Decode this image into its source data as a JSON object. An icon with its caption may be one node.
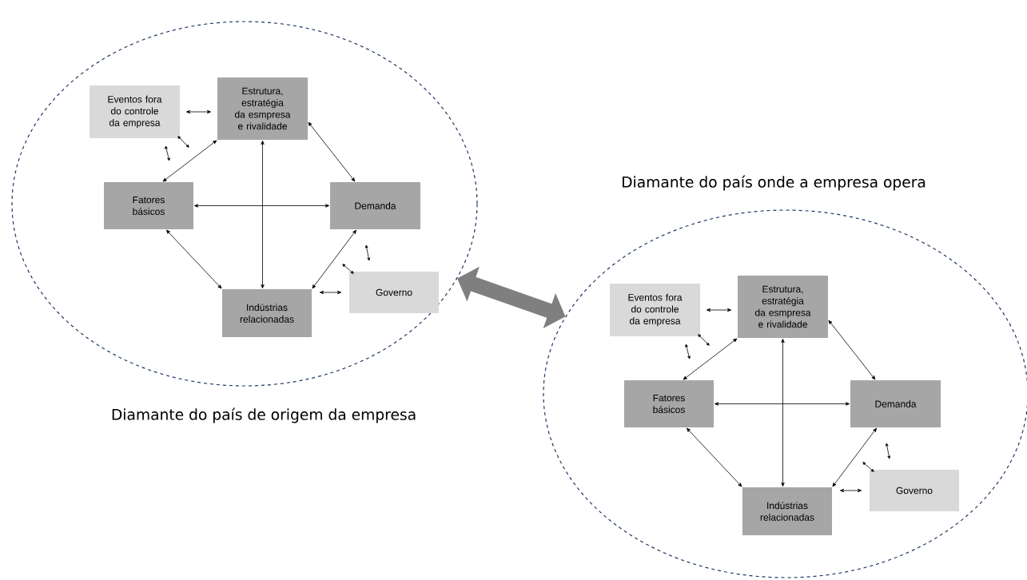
{
  "diagram": {
    "nodes": [
      {
        "text": [
          "Diamante do país de origem da empresa"
        ]
      },
      {
        "text": [
          "Eventos fora do controle da empresa"
        ],
        "in": 0
      },
      {
        "text": [
          "Estrutura, estratégia da esmpresa e rivalidade"
        ],
        "in": 0
      },
      {
        "text": [
          "Fatores básicos"
        ],
        "in": 0
      },
      {
        "text": [
          "Demanda"
        ],
        "in": 0
      },
      {
        "text": [
          "Indústrias relacionadas"
        ],
        "in": 0
      },
      {
        "text": [
          "Governo"
        ],
        "in": 0
      },
      {
        "text": [
          "Diamante do país onde a empresa opera"
        ]
      },
      {
        "text": [
          "Eventos fora do controle da empresa"
        ],
        "in": 7
      },
      {
        "text": [
          "Estrutura, estratégia da esmpresa e rivalidade"
        ],
        "in": 7
      },
      {
        "text": [
          "Fatores básicos"
        ],
        "in": 7
      },
      {
        "text": [
          "Demanda"
        ],
        "in": 7
      },
      {
        "text": [
          "Indústrias relacionadas"
        ],
        "in": 7
      },
      {
        "text": [
          "Governo"
        ],
        "in": 7
      }
    ],
    "edges": [
      {
        "from": 1,
        "to": 2,
        "arrow": "both"
      },
      {
        "from": 2,
        "to": 3,
        "arrow": "both"
      },
      {
        "from": 2,
        "to": 4,
        "arrow": "both"
      },
      {
        "from": 2,
        "to": 5,
        "arrow": "both"
      },
      {
        "from": 3,
        "to": 4,
        "arrow": "both"
      },
      {
        "from": 3,
        "to": 5,
        "arrow": "both"
      },
      {
        "from": 4,
        "to": 5,
        "arrow": "both"
      },
      {
        "from": 6,
        "to": 5,
        "arrow": "both"
      },
      {
        "from": 8,
        "to": 9,
        "arrow": "both"
      },
      {
        "from": 9,
        "to": 10,
        "arrow": "both"
      },
      {
        "from": 9,
        "to": 11,
        "arrow": "both"
      },
      {
        "from": 9,
        "to": 12,
        "arrow": "both"
      },
      {
        "from": 10,
        "to": 11,
        "arrow": "both"
      },
      {
        "from": 10,
        "to": 12,
        "arrow": "both"
      },
      {
        "from": 11,
        "to": 12,
        "arrow": "both"
      },
      {
        "from": 13,
        "to": 12,
        "arrow": "both"
      },
      {
        "from": 0,
        "to": 7,
        "arrow": "both",
        "style": "thick",
        "color": "#7f7f7f"
      }
    ]
  }
}
